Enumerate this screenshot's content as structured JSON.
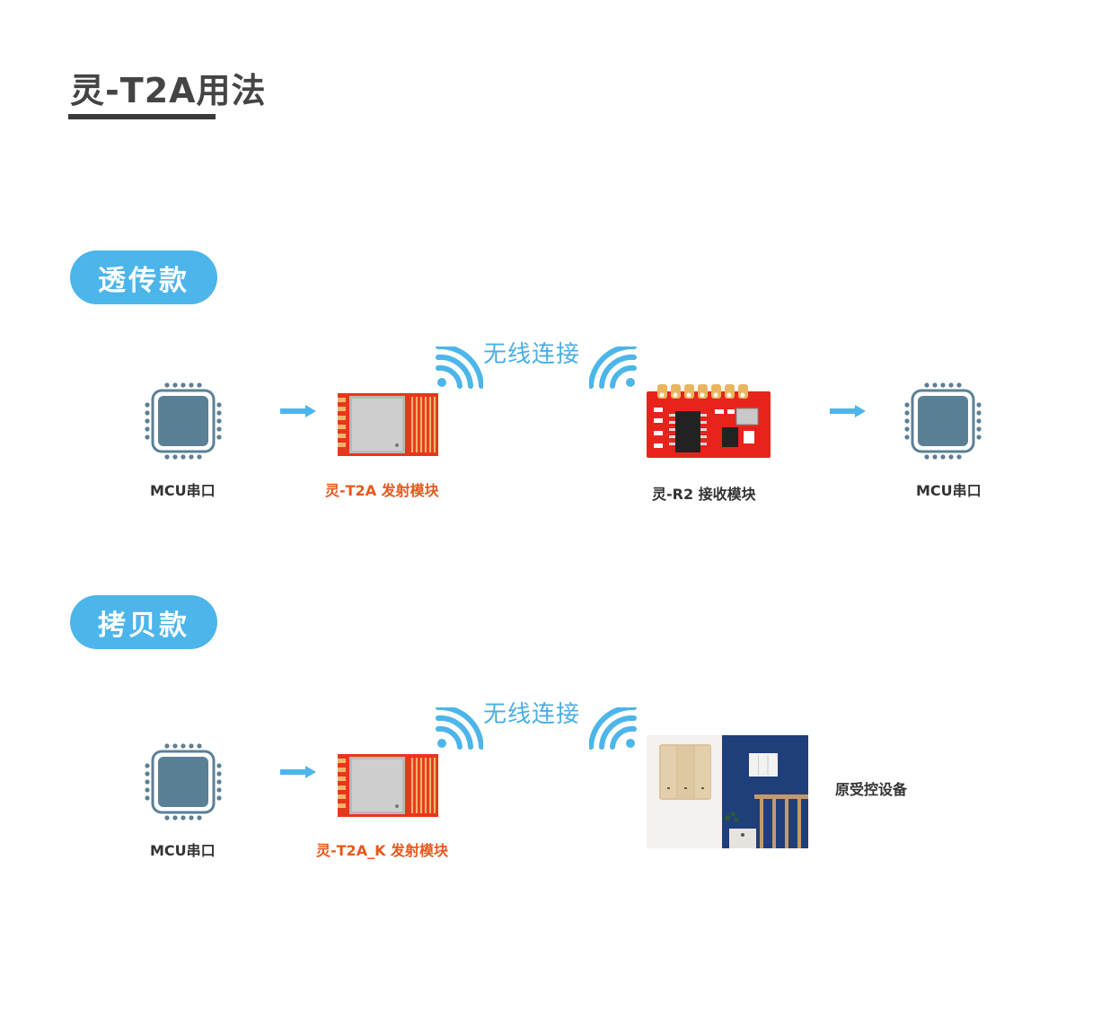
{
  "page_title": "灵-T2A用法",
  "sections": [
    {
      "tag": "透传款",
      "wireless_label": "无线连接",
      "nodes": [
        {
          "icon": "mcu-chip-icon",
          "label": "MCU串口"
        },
        {
          "icon": "t2a-module-image",
          "label": "灵-T2A 发射模块"
        },
        {
          "icon": "r2-module-image",
          "label": "灵-R2 接收模块"
        },
        {
          "icon": "mcu-chip-icon",
          "label": "MCU串口"
        }
      ]
    },
    {
      "tag": "拷贝款",
      "wireless_label": "无线连接",
      "nodes": [
        {
          "icon": "mcu-chip-icon",
          "label": "MCU串口"
        },
        {
          "icon": "t2a-k-module-image",
          "label": "灵-T2A_K 发射模块"
        },
        {
          "icon": "wall-switch-photo",
          "label": "原受控设备"
        }
      ]
    }
  ],
  "colors": {
    "accent_blue": "#4cb5ea",
    "chip_blue": "#5b8096",
    "orange_text": "#e8581c",
    "pcb_red": "#e8231c",
    "title_gray": "#444444"
  }
}
